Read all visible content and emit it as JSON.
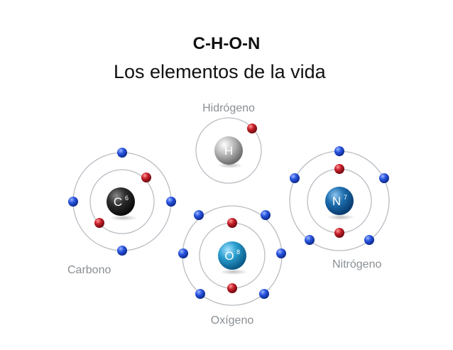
{
  "header": {
    "title": "C-H-O-N",
    "subtitle": "Los elementos de la vida"
  },
  "atoms": [
    {
      "id": "hydrogen",
      "label": "Hidrógeno",
      "symbol": "H",
      "atomic_number": "",
      "nucleus_color": "#9a9a9a",
      "electrons_inner": 1,
      "electrons_outer": 0
    },
    {
      "id": "carbon",
      "label": "Carbono",
      "symbol": "C",
      "atomic_number": "6",
      "nucleus_color": "#2e2e2e",
      "electrons_inner": 2,
      "electrons_outer": 4
    },
    {
      "id": "oxygen",
      "label": "Oxígeno",
      "symbol": "O",
      "atomic_number": "8",
      "nucleus_color": "#2a9fd0",
      "electrons_inner": 2,
      "electrons_outer": 6
    },
    {
      "id": "nitrogen",
      "label": "Nitrógeno",
      "symbol": "N",
      "atomic_number": "7",
      "nucleus_color": "#1d6fb0",
      "electrons_inner": 2,
      "electrons_outer": 5
    }
  ],
  "colors": {
    "inner_electron": "#c0202a",
    "outer_electron": "#2455d6",
    "orbit": "#b8bdc2"
  }
}
